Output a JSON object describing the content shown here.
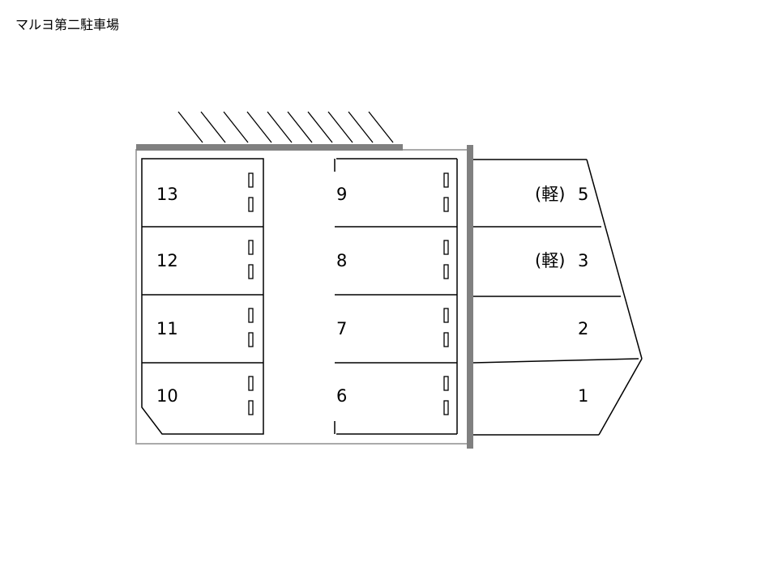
{
  "title": "マルヨ第二駐車場",
  "left_column": [
    "13",
    "12",
    "11",
    "10"
  ],
  "middle_column": [
    "9",
    "8",
    "7",
    "6"
  ],
  "right_column": [
    {
      "prefix": "(軽)",
      "number": "5"
    },
    {
      "prefix": "(軽)",
      "number": "3"
    },
    {
      "prefix": "",
      "number": "2"
    },
    {
      "prefix": "",
      "number": "1"
    }
  ]
}
